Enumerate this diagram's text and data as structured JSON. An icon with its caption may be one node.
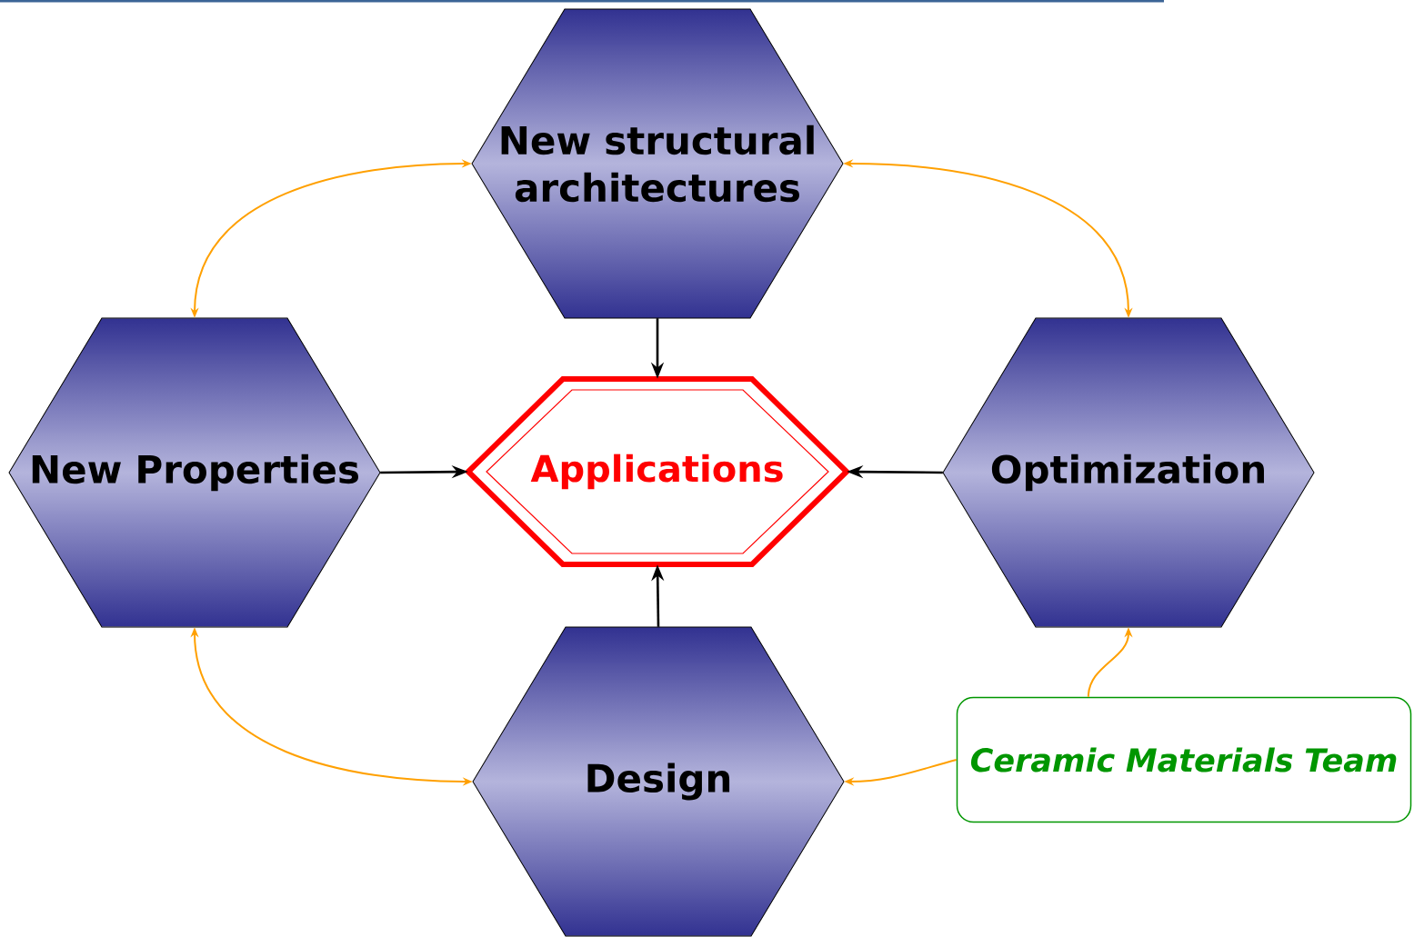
{
  "diagram": {
    "nodes": [
      {
        "text": [
          "New structural architectures"
        ]
      },
      {
        "text": [
          "New Properties"
        ]
      },
      {
        "text": [
          "Applications"
        ]
      },
      {
        "text": [
          "Optimization"
        ]
      },
      {
        "text": [
          "Design"
        ]
      },
      {
        "text": [
          "Ceramic Materials Team"
        ]
      }
    ],
    "edges": [
      {
        "from": 0,
        "to": 2,
        "arrow": "to",
        "color": "#000000"
      },
      {
        "from": 1,
        "to": 2,
        "arrow": "to",
        "color": "#000000"
      },
      {
        "from": 3,
        "to": 2,
        "arrow": "to",
        "color": "#000000"
      },
      {
        "from": 4,
        "to": 2,
        "arrow": "to",
        "color": "#000000"
      },
      {
        "from": 0,
        "to": 1,
        "arrow": "both",
        "color": "#ffa000"
      },
      {
        "from": 0,
        "to": 3,
        "arrow": "both",
        "color": "#ffa000"
      },
      {
        "from": 1,
        "to": 4,
        "arrow": "both",
        "color": "#ffa000"
      },
      {
        "from": 5,
        "to": 3,
        "arrow": "to",
        "color": "#ffa000"
      },
      {
        "from": 5,
        "to": 4,
        "arrow": "to",
        "color": "#ffa000"
      }
    ]
  }
}
